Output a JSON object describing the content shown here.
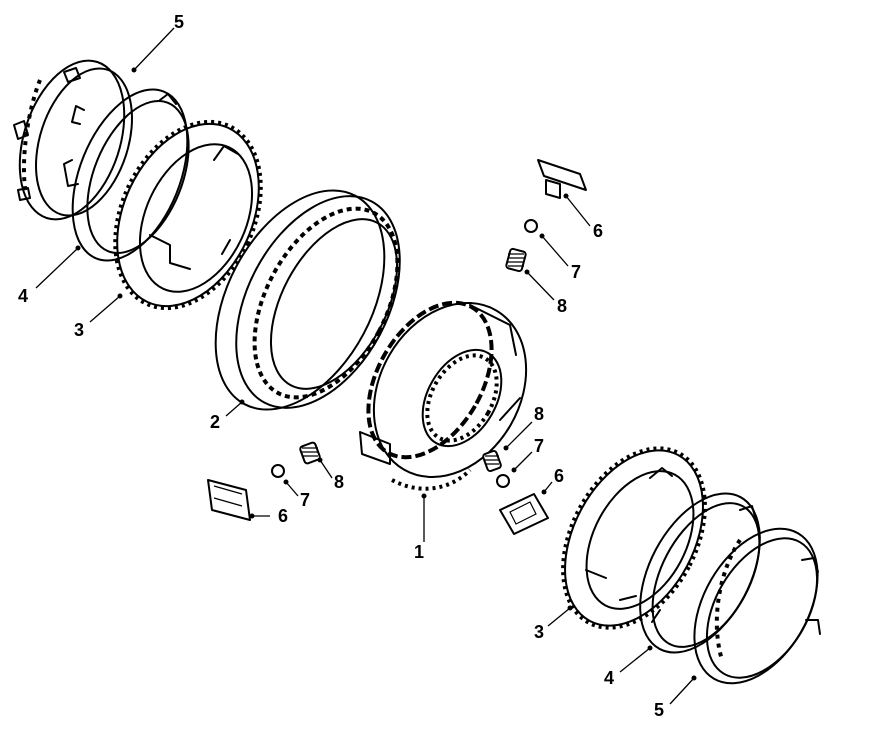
{
  "callouts": [
    {
      "id": "c1",
      "label": "1"
    },
    {
      "id": "c2",
      "label": "2"
    },
    {
      "id": "c3a",
      "label": "3"
    },
    {
      "id": "c3b",
      "label": "3"
    },
    {
      "id": "c4a",
      "label": "4"
    },
    {
      "id": "c4b",
      "label": "4"
    },
    {
      "id": "c5a",
      "label": "5"
    },
    {
      "id": "c5b",
      "label": "5"
    },
    {
      "id": "c6a",
      "label": "6"
    },
    {
      "id": "c6b",
      "label": "6"
    },
    {
      "id": "c6c",
      "label": "6"
    },
    {
      "id": "c7a",
      "label": "7"
    },
    {
      "id": "c7b",
      "label": "7"
    },
    {
      "id": "c7c",
      "label": "7"
    },
    {
      "id": "c8a",
      "label": "8"
    },
    {
      "id": "c8b",
      "label": "8"
    },
    {
      "id": "c8c",
      "label": "8"
    }
  ],
  "colors": {
    "line": "#000000",
    "background": "#ffffff"
  }
}
